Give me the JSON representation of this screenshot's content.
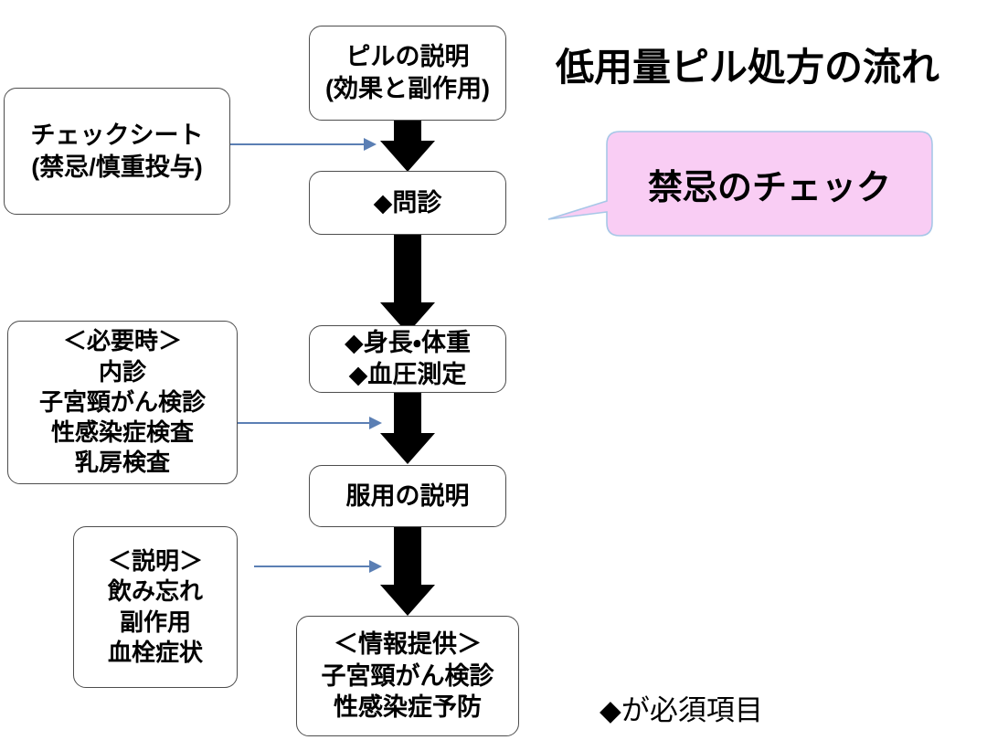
{
  "title": "低用量ピル処方の流れ",
  "callout": {
    "text": "禁忌のチェック",
    "fill": "#F9CDF4",
    "border": "#A7C7E7"
  },
  "footnote": "◆が必須項目",
  "colors": {
    "box_border": "#4d4d4d",
    "box_fill": "#ffffff",
    "black_arrow": "#000000",
    "blue_arrow": "#5B7FB4",
    "text": "#000000"
  },
  "flow_boxes": [
    {
      "id": "pill-explanation",
      "text": "ピルの説明\n(効果と副作用)"
    },
    {
      "id": "interview",
      "text": "◆問診"
    },
    {
      "id": "measurements",
      "text": "◆身長・体重\n◆血圧測定"
    },
    {
      "id": "dosing-explanation",
      "text": "服用の説明"
    },
    {
      "id": "information",
      "text": "＜情報提供＞\n子宮頸がん検診\n性感染症予防"
    }
  ],
  "side_boxes": [
    {
      "id": "check-sheet",
      "text": "チェックシート\n(禁忌/慎重投与)"
    },
    {
      "id": "when-needed",
      "text": "＜必要時＞\n内診\n子宮頸がん検診\n性感染症検査\n乳房検査"
    },
    {
      "id": "explanation",
      "text": "＜説明＞\n飲み忘れ\n副作用\n血栓症状"
    }
  ],
  "black_arrows": [
    {
      "id": "arrow-pill-to-interview"
    },
    {
      "id": "arrow-interview-to-measurements"
    },
    {
      "id": "arrow-measurements-to-dosing"
    },
    {
      "id": "arrow-dosing-to-information"
    }
  ],
  "blue_arrows": [
    {
      "id": "connector-check-sheet-to-interview"
    },
    {
      "id": "connector-when-needed-to-flow"
    },
    {
      "id": "connector-explanation-to-flow"
    }
  ]
}
